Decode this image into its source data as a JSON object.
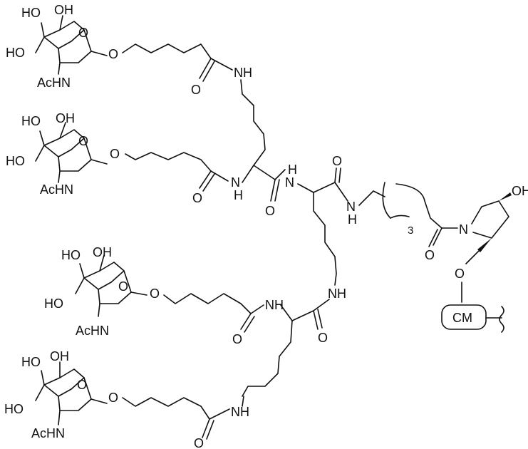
{
  "labels": {
    "hydroxyl": "HO",
    "hydroxyl_right": "OH",
    "acetamido": "AcHN",
    "amide_nh": "NH",
    "amide_n": "N",
    "amide_h": "H",
    "oxygen": "O",
    "repeat_count": "3",
    "support": "CM"
  },
  "colors": {
    "ink": "#111111",
    "background": "#ffffff"
  }
}
